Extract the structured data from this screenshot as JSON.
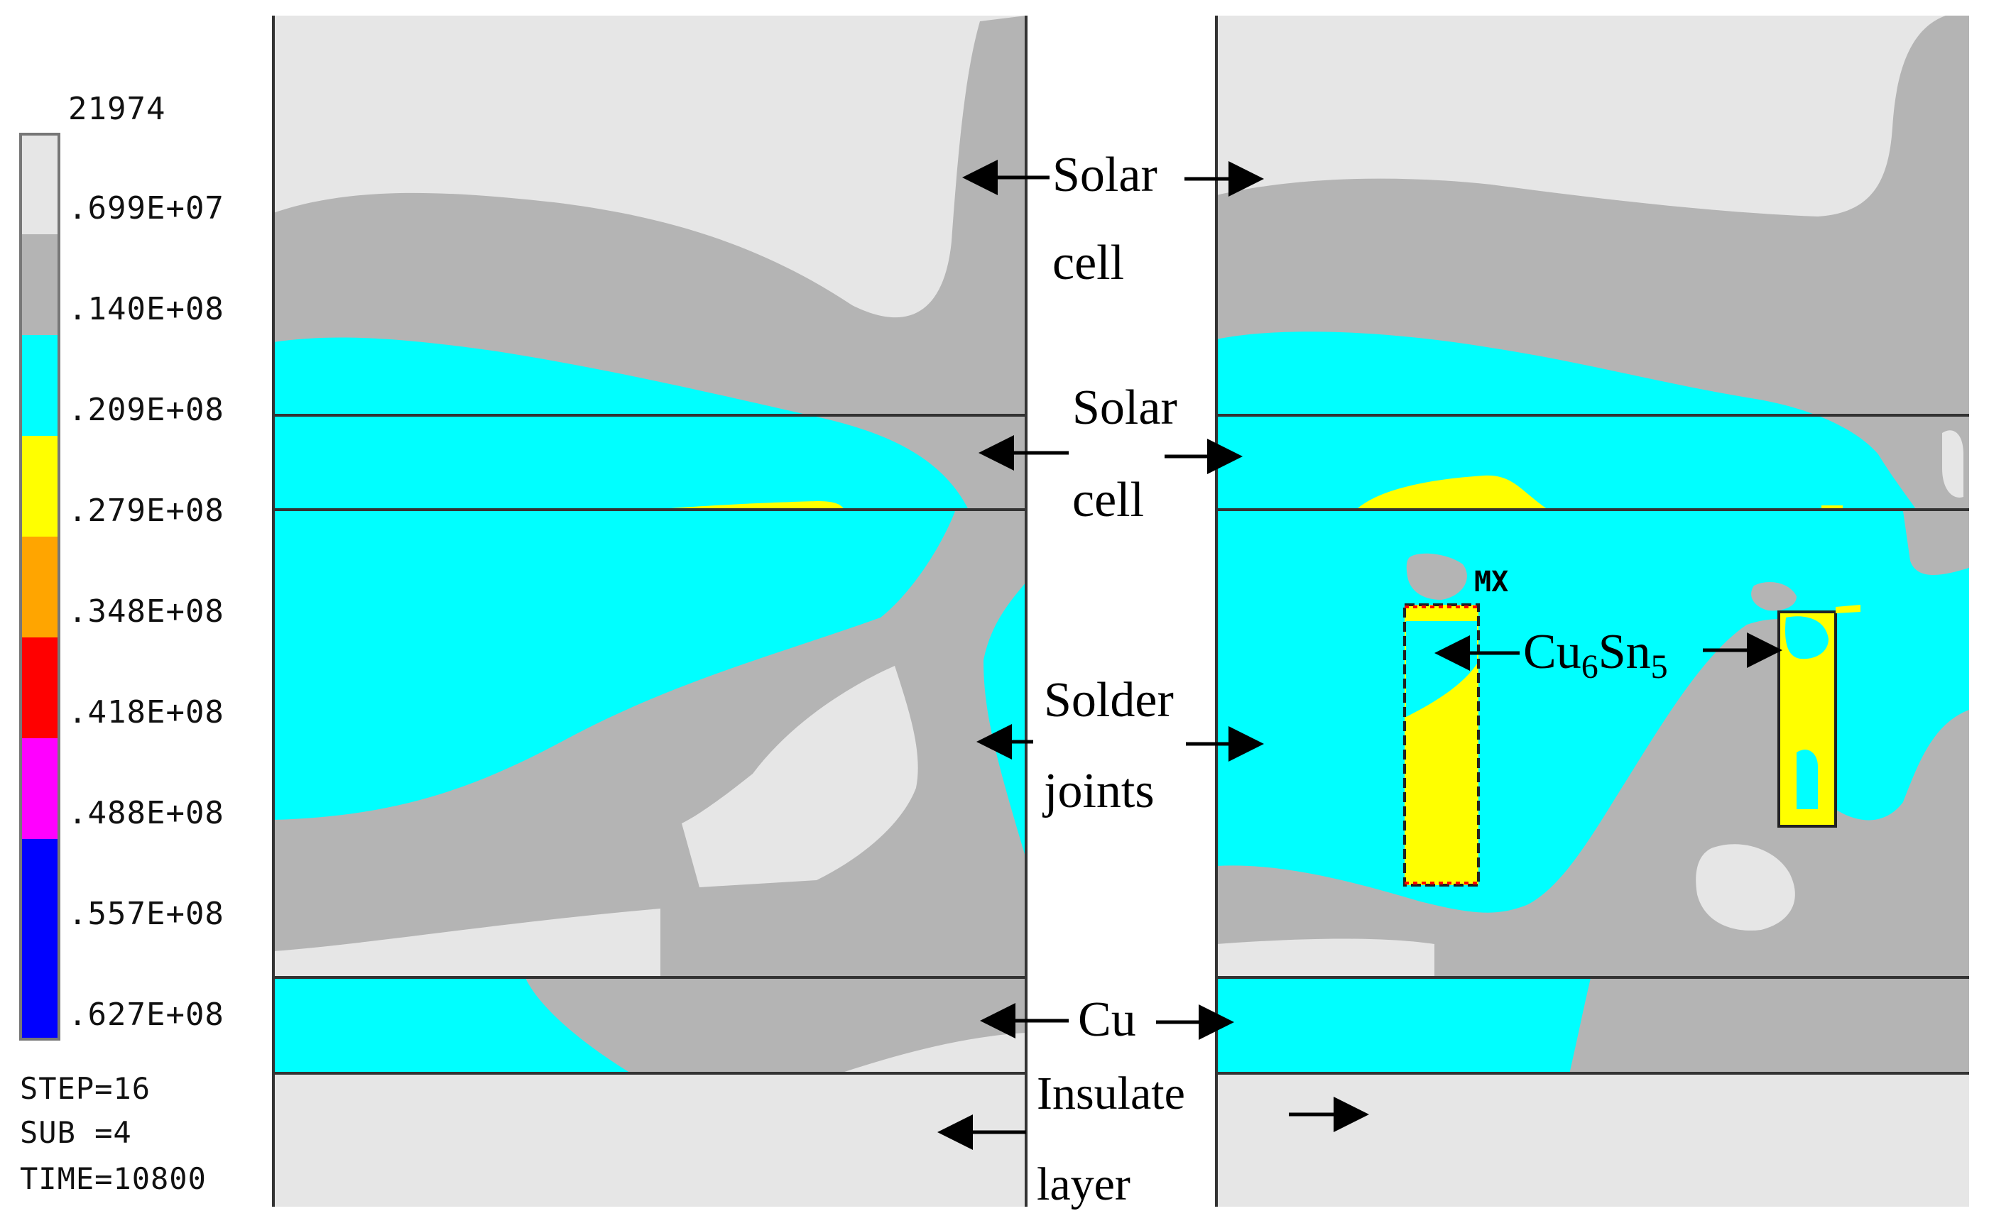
{
  "legend": {
    "max_value": "21974",
    "ticks": [
      ".699E+07",
      ".140E+08",
      ".209E+08",
      ".279E+08",
      ".348E+08",
      ".418E+08",
      ".488E+08",
      ".557E+08",
      ".627E+08"
    ],
    "colors": [
      "#e6e6e6",
      "#b4b4b4",
      "#00ffff",
      "#ffff00",
      "#ffa500",
      "#ff0000",
      "#ff00ff",
      "#0000ff",
      "#0000ff"
    ]
  },
  "status": {
    "step": "STEP=16",
    "sub": "SUB =4",
    "time": "TIME=10800"
  },
  "labels": {
    "solar_cell_top": [
      "Solar",
      "cell"
    ],
    "solar_cell_mid": [
      "Solar",
      "cell"
    ],
    "solder_joints": [
      "Solder",
      "joints"
    ],
    "cu_base": "Cu",
    "cu_sub": "6",
    "sn_base": "Sn",
    "sn_sub": "5",
    "cu_layer": "Cu",
    "insulate_layer": [
      "Insulate",
      "layer"
    ],
    "mx_marker": "MX"
  },
  "colors": {
    "light_gray": "#e6e6e6",
    "mid_gray": "#b4b4b4",
    "cyan": "#00ffff",
    "yellow": "#ffff00",
    "red": "#ff0000",
    "frame": "#444444"
  }
}
